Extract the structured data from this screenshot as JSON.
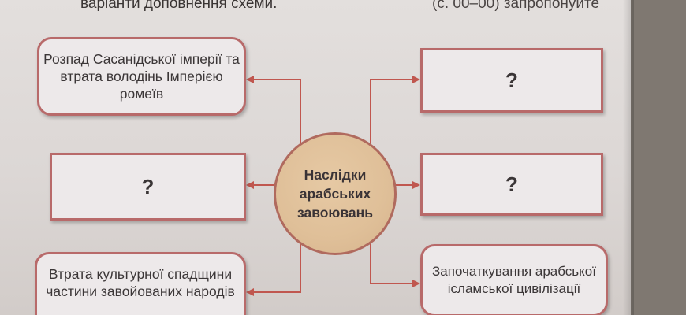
{
  "header": {
    "left_text": "варіанти доповнення схеми.",
    "right_text": "(с. 00–00) запропонуйте"
  },
  "center": {
    "label": "Наслідки арабських завоювань"
  },
  "left_boxes": {
    "top": "Розпад Сасанідської імперії та втрата володінь Імперією ромеїв",
    "middle": "?",
    "bottom": "Втрата культурної спадщини частини завойованих народів"
  },
  "right_boxes": {
    "top": "?",
    "middle": "?",
    "bottom": "Започаткування арабської ісламської цивілізації"
  },
  "colors": {
    "border": "#b86a6a",
    "arrow": "#c0574f",
    "circle_fill": "#dfbf98",
    "box_fill": "#ede9ea"
  }
}
